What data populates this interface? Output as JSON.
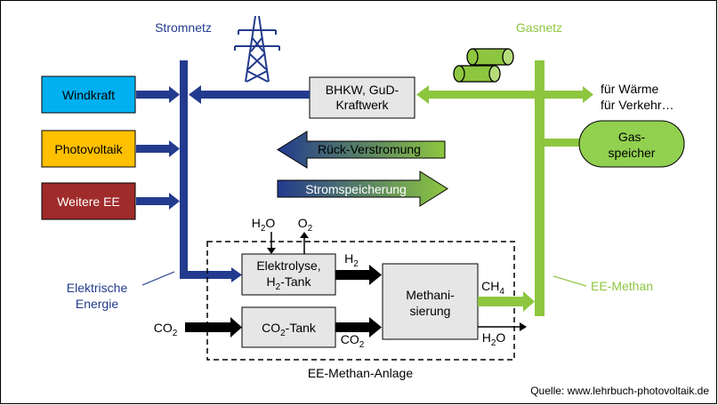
{
  "colors": {
    "power_blue": "#233B8E",
    "gas_green": "#8DC63F",
    "wind": "#00B0F0",
    "pv": "#FFC000",
    "other_ee": "#A02B2B",
    "box_gray": "#E6E6E6",
    "gasspeicher_green": "#92D050",
    "black": "#000000"
  },
  "labels": {
    "stromnetz": "Stromnetz",
    "gasnetz": "Gasnetz",
    "windkraft": "Windkraft",
    "photovoltaik": "Photovoltaik",
    "weitere_ee": "Weitere EE",
    "bhkw_line1": "BHKW, GuD-",
    "bhkw_line2": "Kraftwerk",
    "waerme": "für Wärme",
    "verkehr": "für Verkehr…",
    "gasspeicher_line1": "Gas-",
    "gasspeicher_line2": "speicher",
    "rueckverstromung": "Rück-Verstromung",
    "stromspeicherung": "Stromspeicherung",
    "h2o_in": "H",
    "h2o_in_sub": "2",
    "h2o_in_tail": "O",
    "o2_out": "O",
    "o2_out_sub": "2",
    "elektrolyse_line1": "Elektrolyse,",
    "elektrolyse_line2": "H",
    "elektrolyse_line2_sub": "2",
    "elektrolyse_line2_tail": "-Tank",
    "h2_label": "H",
    "h2_label_sub": "2",
    "methan_line1": "Methani-",
    "methan_line2": "sierung",
    "ch4_label": "CH",
    "ch4_label_sub": "4",
    "ee_methan": "EE-Methan",
    "elektrische_line1": "Elektrische",
    "elektrische_line2": "Energie",
    "co2_in": "CO",
    "co2_in_sub": "2",
    "co2_tank": "CO",
    "co2_tank_sub": "2",
    "co2_tank_tail": "-Tank",
    "co2_flow": "CO",
    "co2_flow_sub": "2",
    "h2o_out": "H",
    "h2o_out_sub": "2",
    "h2o_out_tail": "O",
    "anlage": "EE-Methan-Anlage",
    "quelle": "Quelle: www.lehrbuch-photovoltaik.de"
  }
}
